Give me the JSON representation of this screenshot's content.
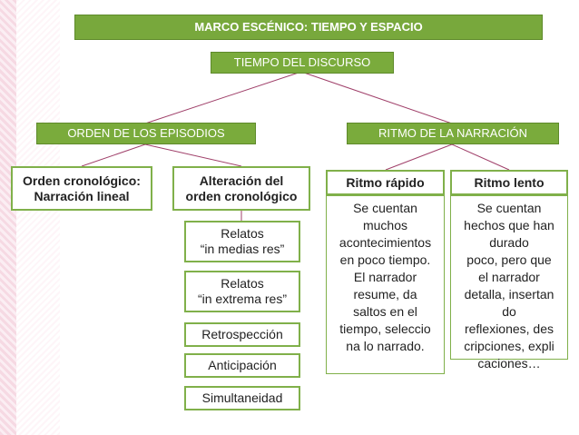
{
  "title": "MARCO ESCÉNICO: TIEMPO Y ESPACIO",
  "root": "TIEMPO DEL DISCURSO",
  "branches": {
    "orden": "ORDEN DE LOS EPISODIOS",
    "ritmo": "RITMO DE LA NARRACIÓN"
  },
  "orden": {
    "cronologico": "Orden cronológico:\nNarración lineal",
    "alteracion": "Alteración del\norden cronológico",
    "items": [
      "Relatos\n“in medias res”",
      "Relatos\n“in extrema res”",
      "Retrospección",
      "Anticipación",
      "Simultaneidad"
    ]
  },
  "ritmo": {
    "rapido": {
      "label": "Ritmo rápido",
      "text": "Se cuentan\nmuchos\nacontecimientos\nen poco tiempo.\nEl narrador\nresume, da\nsaltos en el\ntiempo, seleccio\nna lo narrado."
    },
    "lento": {
      "label": "Ritmo lento",
      "text": "Se cuentan\nhechos que han\ndurado\npoco, pero que\nel narrador\ndetalla, insertan\ndo\nreflexiones, des\ncripciones, expli\ncaciones…"
    }
  },
  "colors": {
    "green": "#7aab3c",
    "border": "#80b04a",
    "connector": "#a0406a"
  }
}
